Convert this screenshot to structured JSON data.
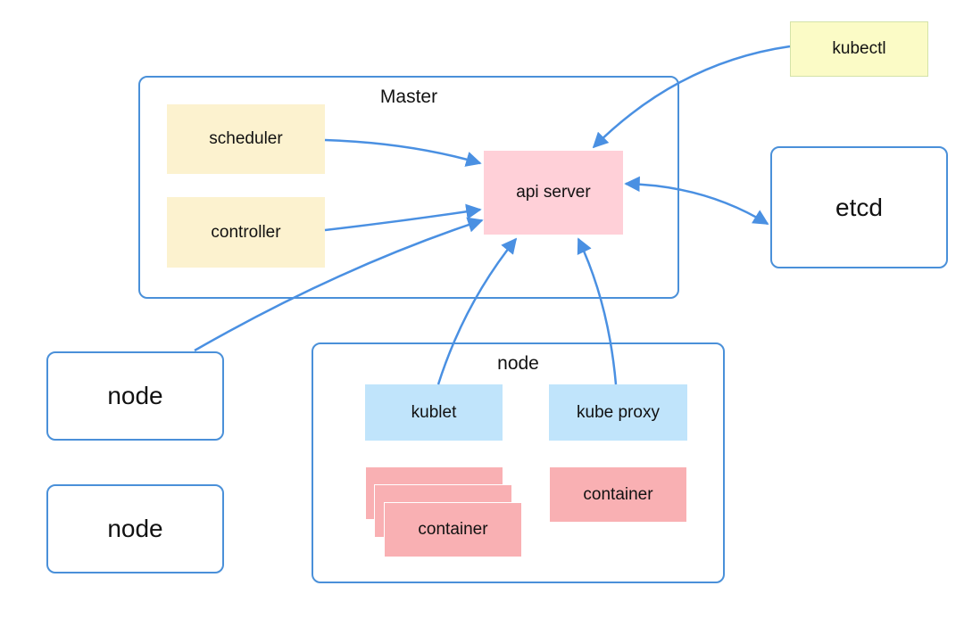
{
  "master": {
    "label": "Master"
  },
  "master_components": {
    "scheduler": "scheduler",
    "controller": "controller",
    "api_server": "api server"
  },
  "kubectl": {
    "label": "kubectl"
  },
  "etcd": {
    "label": "etcd"
  },
  "nodes": [
    {
      "label": "node"
    },
    {
      "label": "node"
    }
  ],
  "worker_node": {
    "label": "node",
    "kublet": "kublet",
    "kube_proxy": "kube proxy",
    "container_stack": "container",
    "container_single": "container"
  },
  "colors": {
    "border": "#4a90d9",
    "arrow": "#4a90e2",
    "master_component": "#fcf2cf",
    "api_server": "#ffd0d8",
    "node_component": "#c0e4fb",
    "container": "#f9b0b3",
    "kubectl": "#fbfbc6"
  }
}
